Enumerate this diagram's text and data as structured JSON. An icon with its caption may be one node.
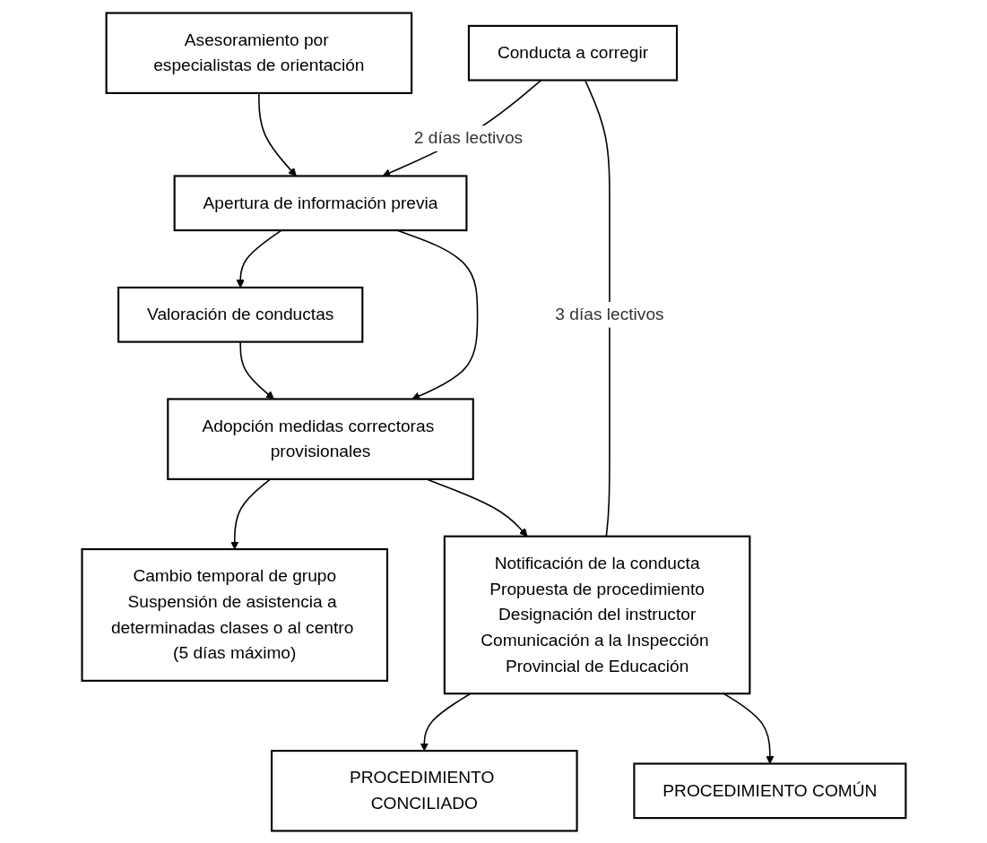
{
  "diagram": {
    "nodes": [
      {
        "text": [
          "Conducta a corregir"
        ]
      },
      {
        "text": [
          "Asesoramiento por especialistas de orientación"
        ]
      },
      {
        "text": [
          "Apertura de información previa"
        ]
      },
      {
        "text": [
          "Valoración de conductas"
        ]
      },
      {
        "text": [
          "Adopción medidas correctoras provisionales"
        ]
      },
      {
        "text": [
          "Cambio temporal de grupo",
          "Suspensión de asistencia a determinadas clases o al centro (5 días máximo)"
        ]
      },
      {
        "text": [
          "Notificación de la conducta",
          "Propuesta de procedimiento",
          "Designación del instructor",
          "Comunicación a la Inspección Provincial de Educación"
        ]
      },
      {
        "text": [
          "PROCEDIMIENTO CONCILIADO"
        ]
      },
      {
        "text": [
          "PROCEDIMIENTO COMÚN"
        ]
      }
    ],
    "edges": [
      {
        "from": 0,
        "to": 2,
        "arrow": "to",
        "label": "2 días lectivos"
      },
      {
        "from": 0,
        "to": 6,
        "arrow": "none",
        "label": "3 días lectivos"
      },
      {
        "from": 1,
        "to": 2,
        "arrow": "to"
      },
      {
        "from": 2,
        "to": 3,
        "arrow": "to"
      },
      {
        "from": 2,
        "to": 4,
        "arrow": "to"
      },
      {
        "from": 3,
        "to": 4,
        "arrow": "to"
      },
      {
        "from": 4,
        "to": 5,
        "arrow": "to"
      },
      {
        "from": 4,
        "to": 6,
        "arrow": "to"
      },
      {
        "from": 6,
        "to": 7,
        "arrow": "to"
      },
      {
        "from": 6,
        "to": 8,
        "arrow": "to"
      }
    ]
  }
}
